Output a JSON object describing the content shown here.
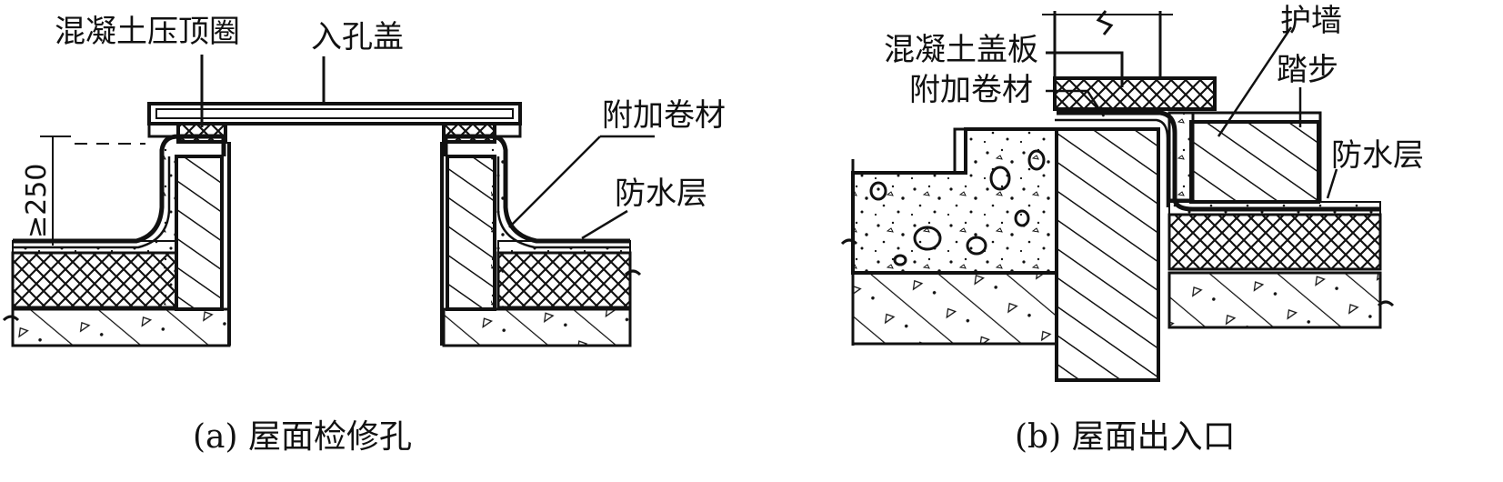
{
  "panel_a": {
    "caption": "(a) 屋面检修孔",
    "labels": {
      "concrete_coping": "混凝土压顶圈",
      "manhole_cover": "入孔盖",
      "extra_membrane": "附加卷材",
      "waterproof_layer": "防水层",
      "min_height": "≥250"
    }
  },
  "panel_b": {
    "caption": "(b) 屋面出入口",
    "labels": {
      "concrete_cover_slab": "混凝土盖板",
      "extra_membrane": "附加卷材",
      "parapet": "护墙",
      "step": "踏步",
      "waterproof_layer": "防水层"
    }
  }
}
